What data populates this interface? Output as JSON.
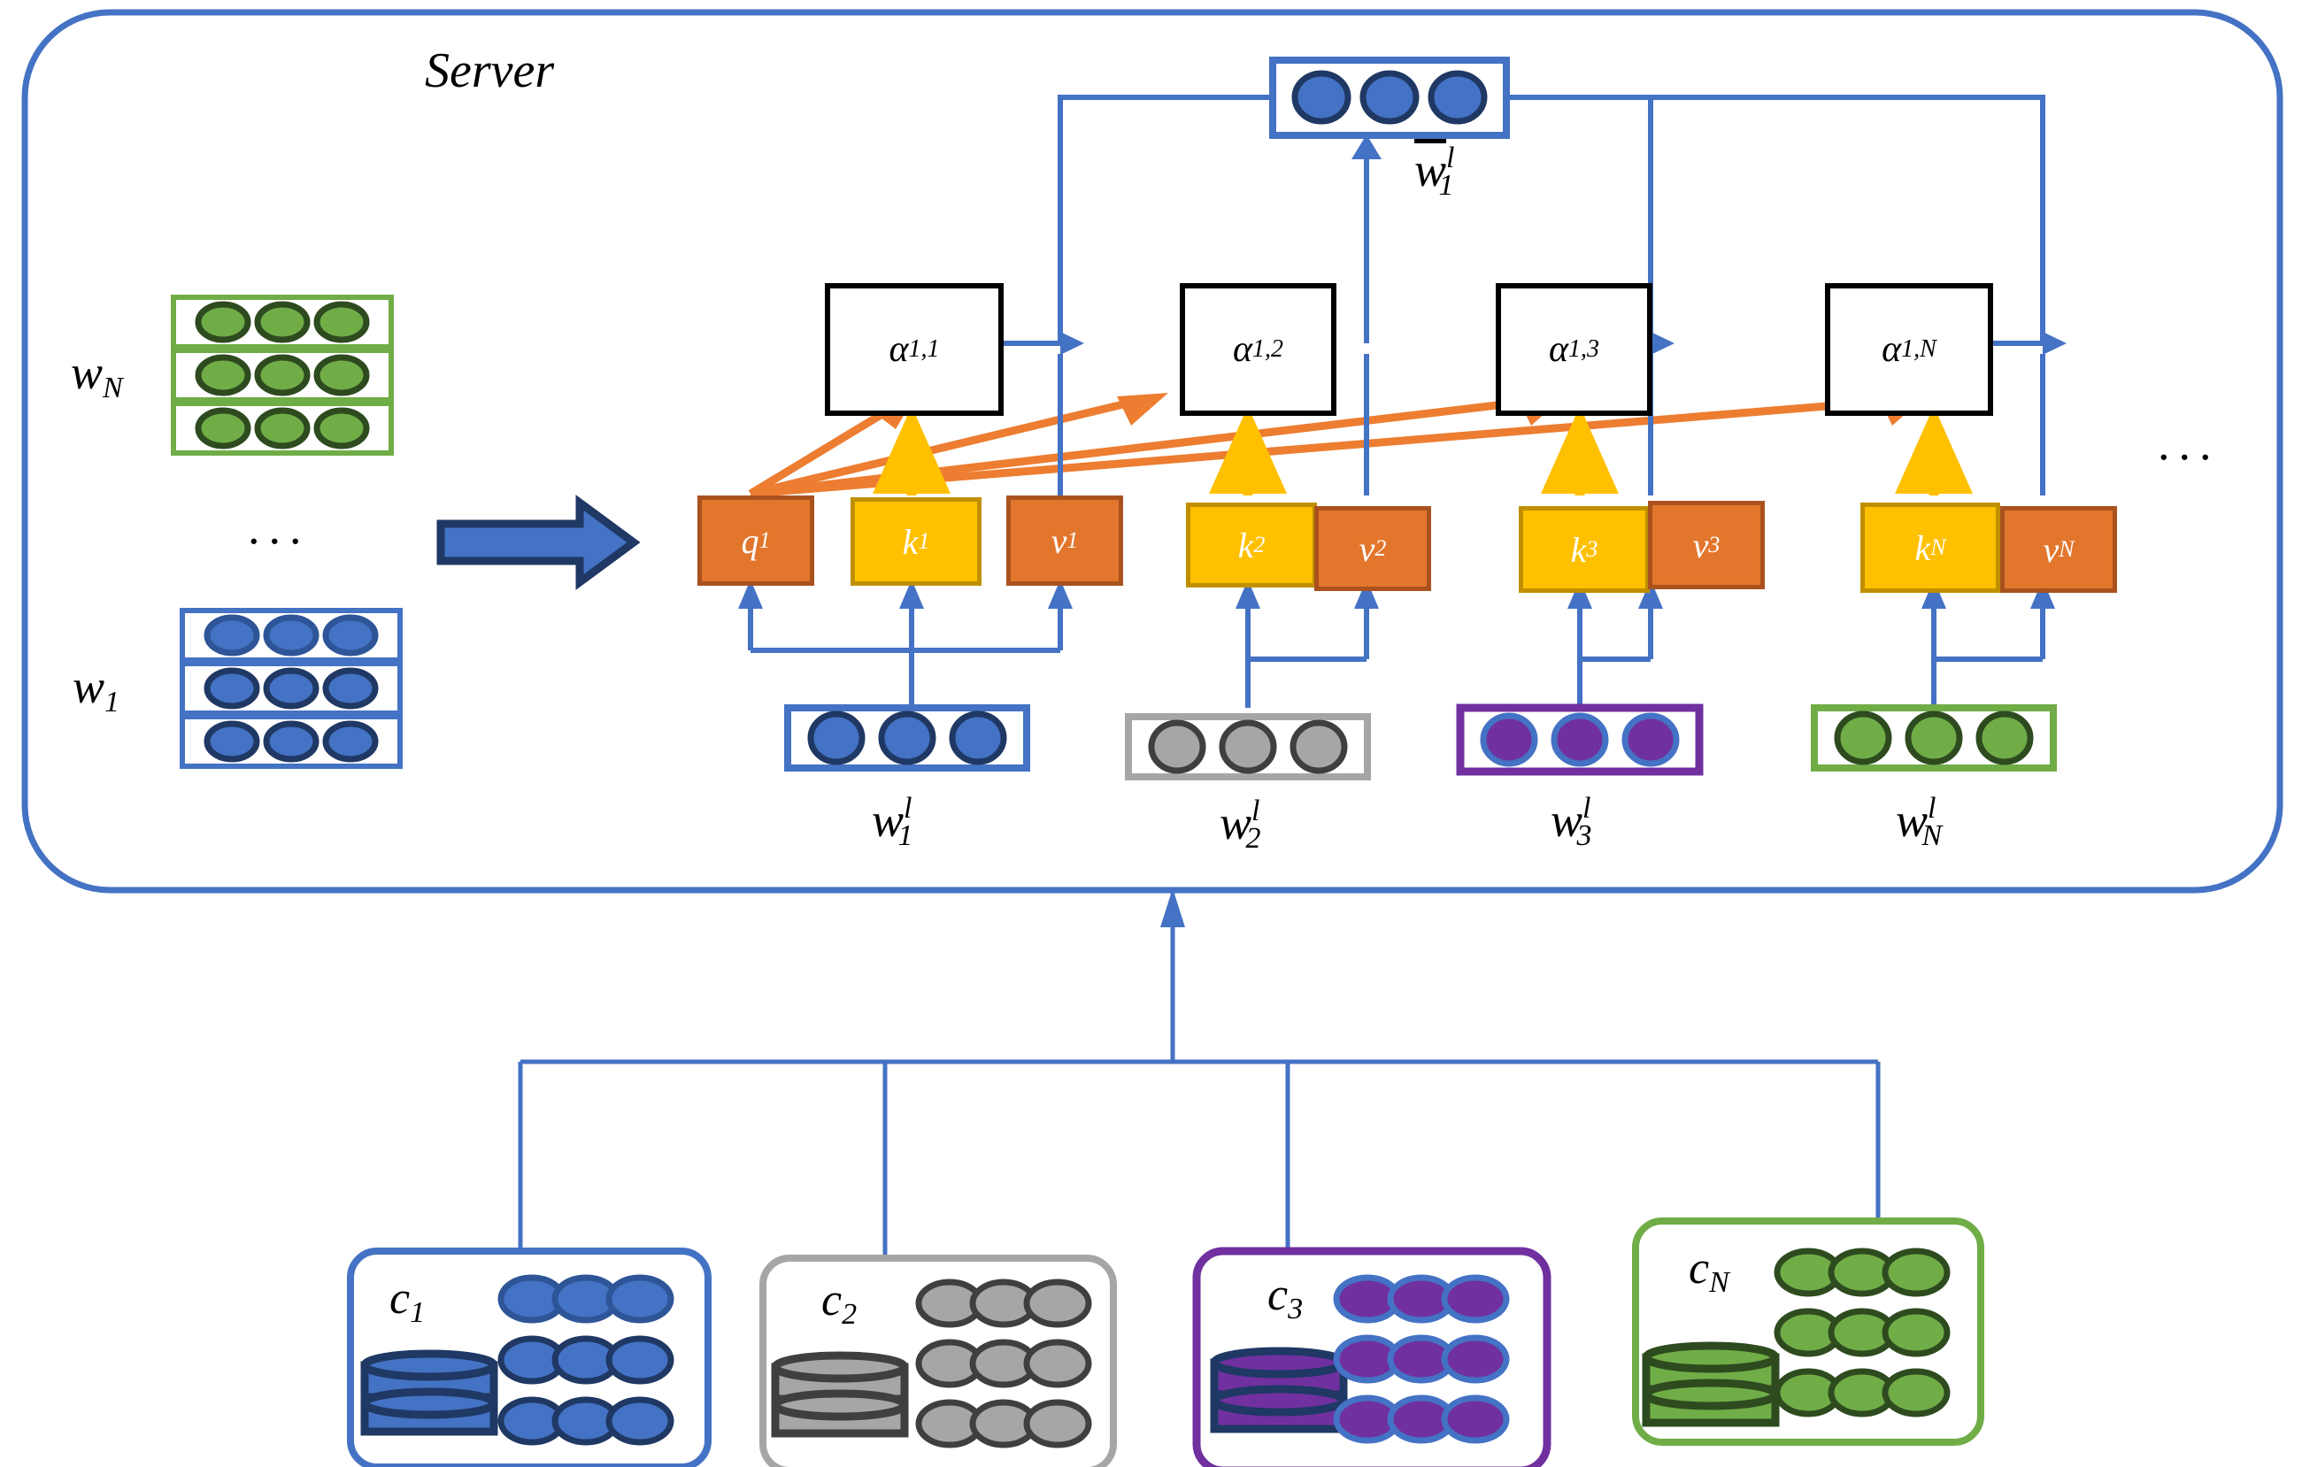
{
  "diagram": {
    "title": "Server",
    "type": "federated-learning-attention-architecture"
  },
  "server": {
    "label": "Server",
    "border_color": "#4472C4",
    "left_stacks": [
      {
        "name": "w_N",
        "label_base": "w",
        "label_sub": "N",
        "color": "#70AD47",
        "dot_fill": "#70AD47",
        "dot_stroke": "#2E4B1F",
        "rows": 3,
        "dots_per_row": 3
      },
      {
        "name": "w_1",
        "label_base": "w",
        "label_sub": "1",
        "color": "#4472C4",
        "dot_fill": "#4472C4",
        "dot_stroke": "#1F3864",
        "rows": 3,
        "dots_per_row": 3
      }
    ],
    "left_ellipsis": "...",
    "right_ellipsis": "...",
    "transform_arrow": {
      "name": "big-blue-arrow",
      "fill": "#4472C4",
      "stroke": "#1F3864",
      "direction": "right"
    },
    "aggregate_output": {
      "name": "w_bar_1_l",
      "label_base": "w",
      "label_sub": "1",
      "label_sup": "l",
      "overline": true,
      "box_color": "#4472C4",
      "dot_fill": "#4472C4",
      "dot_stroke": "#1F3864",
      "dots": 3
    },
    "attention_scores": [
      {
        "name": "alpha-1-1",
        "base": "α",
        "sub": "1,1"
      },
      {
        "name": "alpha-1-2",
        "base": "α",
        "sub": "1,2"
      },
      {
        "name": "alpha-1-3",
        "base": "α",
        "sub": "1,3"
      },
      {
        "name": "alpha-1-N",
        "base": "α",
        "sub": "1,N"
      }
    ],
    "qkv": [
      {
        "name": "q1",
        "base": "q",
        "sub": "1",
        "kind": "q",
        "fill": "#E2762C",
        "stroke": "#A9521E"
      },
      {
        "name": "k1",
        "base": "k",
        "sub": "1",
        "kind": "k",
        "fill": "#FFC000",
        "stroke": "#BF8F00"
      },
      {
        "name": "v1",
        "base": "v",
        "sub": "1",
        "kind": "v",
        "fill": "#E2762C",
        "stroke": "#A9521E"
      },
      {
        "name": "k2",
        "base": "k",
        "sub": "2",
        "kind": "k",
        "fill": "#FFC000",
        "stroke": "#BF8F00"
      },
      {
        "name": "v2",
        "base": "v",
        "sub": "2",
        "kind": "v",
        "fill": "#E2762C",
        "stroke": "#A9521E"
      },
      {
        "name": "k3",
        "base": "k",
        "sub": "3",
        "kind": "k",
        "fill": "#FFC000",
        "stroke": "#BF8F00"
      },
      {
        "name": "v3",
        "base": "v",
        "sub": "3",
        "kind": "v",
        "fill": "#E2762C",
        "stroke": "#A9521E"
      },
      {
        "name": "kN",
        "base": "k",
        "sub": "N",
        "kind": "k",
        "fill": "#FFC000",
        "stroke": "#BF8F00"
      },
      {
        "name": "vN",
        "base": "v",
        "sub": "N",
        "kind": "v",
        "fill": "#E2762C",
        "stroke": "#A9521E"
      }
    ],
    "local_weights": [
      {
        "name": "w_1_l",
        "base": "w",
        "sub": "1",
        "sup": "l",
        "box_color": "#4472C4",
        "dot_fill": "#4472C4",
        "dot_stroke": "#1F3864"
      },
      {
        "name": "w_2_l",
        "base": "w",
        "sub": "2",
        "sup": "l",
        "box_color": "#A6A6A6",
        "dot_fill": "#A6A6A6",
        "dot_stroke": "#3F3F3F"
      },
      {
        "name": "w_3_l",
        "base": "w",
        "sub": "3",
        "sup": "l",
        "box_color": "#7030A0",
        "dot_fill": "#7030A0",
        "dot_stroke": "#4472C4"
      },
      {
        "name": "w_N_l",
        "base": "w",
        "sub": "N",
        "sup": "l",
        "box_color": "#70AD47",
        "dot_fill": "#70AD47",
        "dot_stroke": "#2E4B1F"
      }
    ]
  },
  "clients": [
    {
      "name": "client-1",
      "base": "c",
      "sub": "1",
      "border": "#4472C4",
      "dot_fill": "#4472C4",
      "dot_stroke": "#1F3864",
      "db_fill": "#4472C4",
      "db_stroke": "#1F3864"
    },
    {
      "name": "client-2",
      "base": "c",
      "sub": "2",
      "border": "#A6A6A6",
      "dot_fill": "#A6A6A6",
      "dot_stroke": "#3F3F3F",
      "db_fill": "#A6A6A6",
      "db_stroke": "#3F3F3F"
    },
    {
      "name": "client-3",
      "base": "c",
      "sub": "3",
      "border": "#7030A0",
      "dot_fill": "#7030A0",
      "dot_stroke": "#4472C4",
      "db_fill": "#7030A0",
      "db_stroke": "#1F3864"
    },
    {
      "name": "client-N",
      "base": "c",
      "sub": "N",
      "border": "#70AD47",
      "dot_fill": "#70AD47",
      "dot_stroke": "#2E4B1F",
      "db_fill": "#70AD47",
      "db_stroke": "#2E4B1F"
    }
  ],
  "colors": {
    "blue": "#4472C4",
    "blue_dark": "#1F3864",
    "orange": "#E2762C",
    "orange_dark": "#A9521E",
    "yellow": "#FFC000",
    "yellow_dark": "#BF8F00",
    "green": "#70AD47",
    "purple": "#7030A0",
    "gray": "#A6A6A6",
    "black": "#000000"
  }
}
